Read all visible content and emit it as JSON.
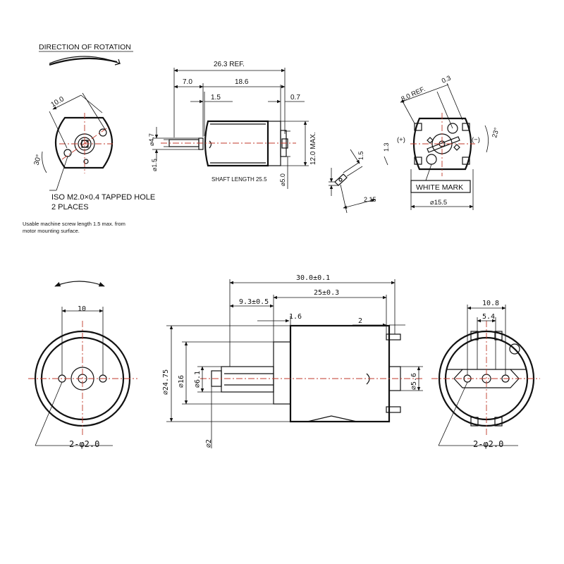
{
  "top": {
    "direction_title": "DIRECTION OF ROTATION",
    "front": {
      "width_dim": "10.0",
      "angle_dim": "30°"
    },
    "hole_note": {
      "line1": "ISO M2.0×0.4 TAPPED HOLE",
      "line2": "2 PLACES"
    },
    "screw_note": {
      "line1": "Usable machine screw length 1.5 max. from",
      "line2": "motor mounting surface."
    },
    "side": {
      "overall": "26.3 REF.",
      "d1": "7.0",
      "d2": "18.6",
      "d3": "1.5",
      "d4": "0.7",
      "dia_boss": "⌀4.7",
      "dia_shaft": "⌀1.5",
      "max_height": "12.0 MAX.",
      "dia_terminal": "⌀5.0",
      "shaft_length": "SHAFT LENGTH  25.5"
    },
    "terminal": {
      "w": "1.5",
      "h": "1.3",
      "l": "2.15"
    },
    "rear": {
      "ref": "8.0 REF.",
      "gap": "0.3",
      "angle": "23°",
      "plus": "(+)",
      "minus": "(−)",
      "white_mark": "WHITE MARK",
      "diameter": "⌀15.5"
    }
  },
  "bottom": {
    "front": {
      "spacing": "10",
      "holes": "2-φ2.0"
    },
    "side": {
      "overall": "30.0±0.1",
      "body": "25±0.3",
      "shaft_ext": "9.3±0.5",
      "boss_len": "1.6",
      "term": "2",
      "dia_body": "⌀24.75",
      "dia_boss": "⌀16",
      "dia_shaft": "⌀6.1",
      "dia_small": "⌀2",
      "dia_term": "⌀5.6"
    },
    "rear": {
      "outer": "10.8",
      "inner": "5.4",
      "holes": "2-φ2.0"
    }
  }
}
